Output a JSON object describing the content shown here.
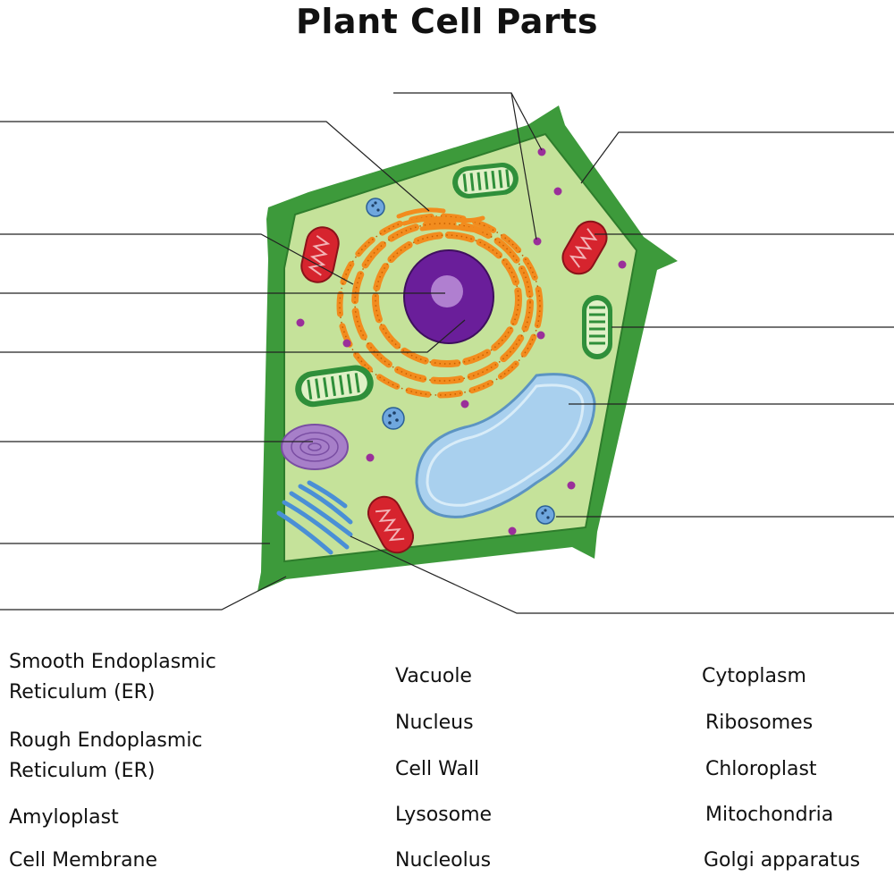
{
  "title": "Plant Cell Parts",
  "word_bank": {
    "col1": [
      "Smooth Endoplasmic Reticulum (ER)",
      "Rough Endoplasmic Reticulum (ER)",
      "Amyloplast",
      "Cell Membrane"
    ],
    "col2": [
      "Vacuole",
      "Nucleus",
      "Cell Wall",
      "Lysosome",
      "Nucleolus"
    ],
    "col3": [
      "Cytoplasm",
      "Ribosomes",
      "Chloroplast",
      "Mitochondria",
      "Golgi apparatus"
    ]
  },
  "colors": {
    "cell_wall": "#3d9a3b",
    "cytoplasm": "#c5e29a",
    "nucleus": "#6a1e9a",
    "nucleolus": "#b07fd0",
    "rough_er": "#f28c1e",
    "vacuole": "#a9d0ee",
    "mitochondria": "#d6242e",
    "chloroplast": "#2f8f3a",
    "golgi": "#4a8fd6",
    "amyloplast": "#a77fc9",
    "ribosome": "#9a2f9a"
  }
}
